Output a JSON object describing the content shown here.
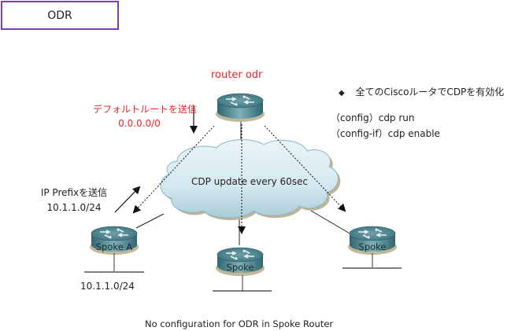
{
  "title": "ODR",
  "hub": {
    "label": "router odr",
    "label_color": "#e8252a"
  },
  "default_route": {
    "line1": "デフォルトルートを送信",
    "line2": "0.0.0.0/0",
    "color": "#e8252a"
  },
  "notes": {
    "bullet": "◆",
    "heading": "全てのCiscoルータでCDPを有効化",
    "commands": [
      "（config）cdp run",
      "（config-if）cdp enable"
    ]
  },
  "cloud": {
    "label": "CDP update every 60sec"
  },
  "prefix_advert": {
    "line1": "IP Prefixを送信",
    "line2": "10.1.1.0/24"
  },
  "spokes": [
    {
      "label": "Spoke A",
      "network": "10.1.1.0/24"
    },
    {
      "label": "Spoke",
      "network": ""
    },
    {
      "label": "Spoke",
      "network": ""
    }
  ],
  "footer": "No configuration for ODR in Spoke Router"
}
